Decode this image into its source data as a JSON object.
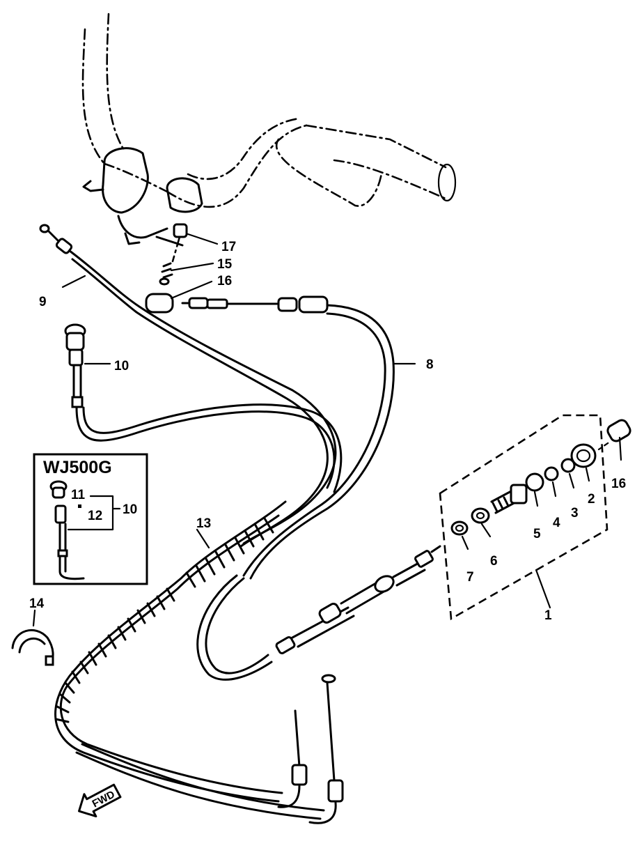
{
  "diagram": {
    "inset_title": "WJ500G",
    "direction_label": "FWD",
    "callouts": [
      {
        "id": "c1",
        "text": "1"
      },
      {
        "id": "c2",
        "text": "2"
      },
      {
        "id": "c3",
        "text": "3"
      },
      {
        "id": "c4",
        "text": "4"
      },
      {
        "id": "c5",
        "text": "5"
      },
      {
        "id": "c6",
        "text": "6"
      },
      {
        "id": "c7",
        "text": "7"
      },
      {
        "id": "c8",
        "text": "8"
      },
      {
        "id": "c9",
        "text": "9"
      },
      {
        "id": "c10a",
        "text": "10"
      },
      {
        "id": "c10b",
        "text": "10"
      },
      {
        "id": "c11",
        "text": "11"
      },
      {
        "id": "c12",
        "text": "12"
      },
      {
        "id": "c13",
        "text": "13"
      },
      {
        "id": "c14",
        "text": "14"
      },
      {
        "id": "c15",
        "text": "15"
      },
      {
        "id": "c16a",
        "text": "16"
      },
      {
        "id": "c16b",
        "text": "16"
      },
      {
        "id": "c17",
        "text": "17"
      }
    ],
    "colors": {
      "line": "#000000",
      "background": "#ffffff"
    }
  }
}
